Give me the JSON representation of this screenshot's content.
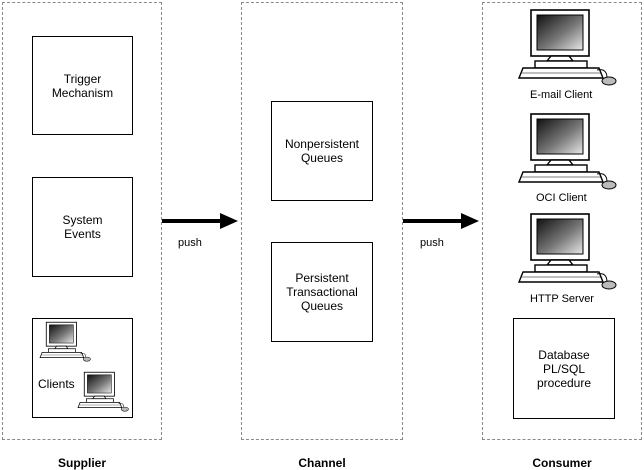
{
  "supplier": {
    "title": "Supplier",
    "boxes": [
      {
        "label": "Trigger\nMechanism"
      },
      {
        "label": "System\nEvents"
      },
      {
        "label": "Clients"
      }
    ]
  },
  "channel": {
    "title": "Channel",
    "boxes": [
      {
        "label": "Nonpersistent\nQueues"
      },
      {
        "label": "Persistent\nTransactional\nQueues"
      }
    ]
  },
  "consumer": {
    "title": "Consumer",
    "clients": [
      {
        "label": "E-mail Client",
        "icon": "computer-icon"
      },
      {
        "label": "OCI Client",
        "icon": "computer-icon"
      },
      {
        "label": "HTTP Server",
        "icon": "computer-icon"
      }
    ],
    "database": {
      "label": "Database\nPL/SQL\nprocedure"
    }
  },
  "arrows": [
    {
      "label": "push"
    },
    {
      "label": "push"
    }
  ]
}
